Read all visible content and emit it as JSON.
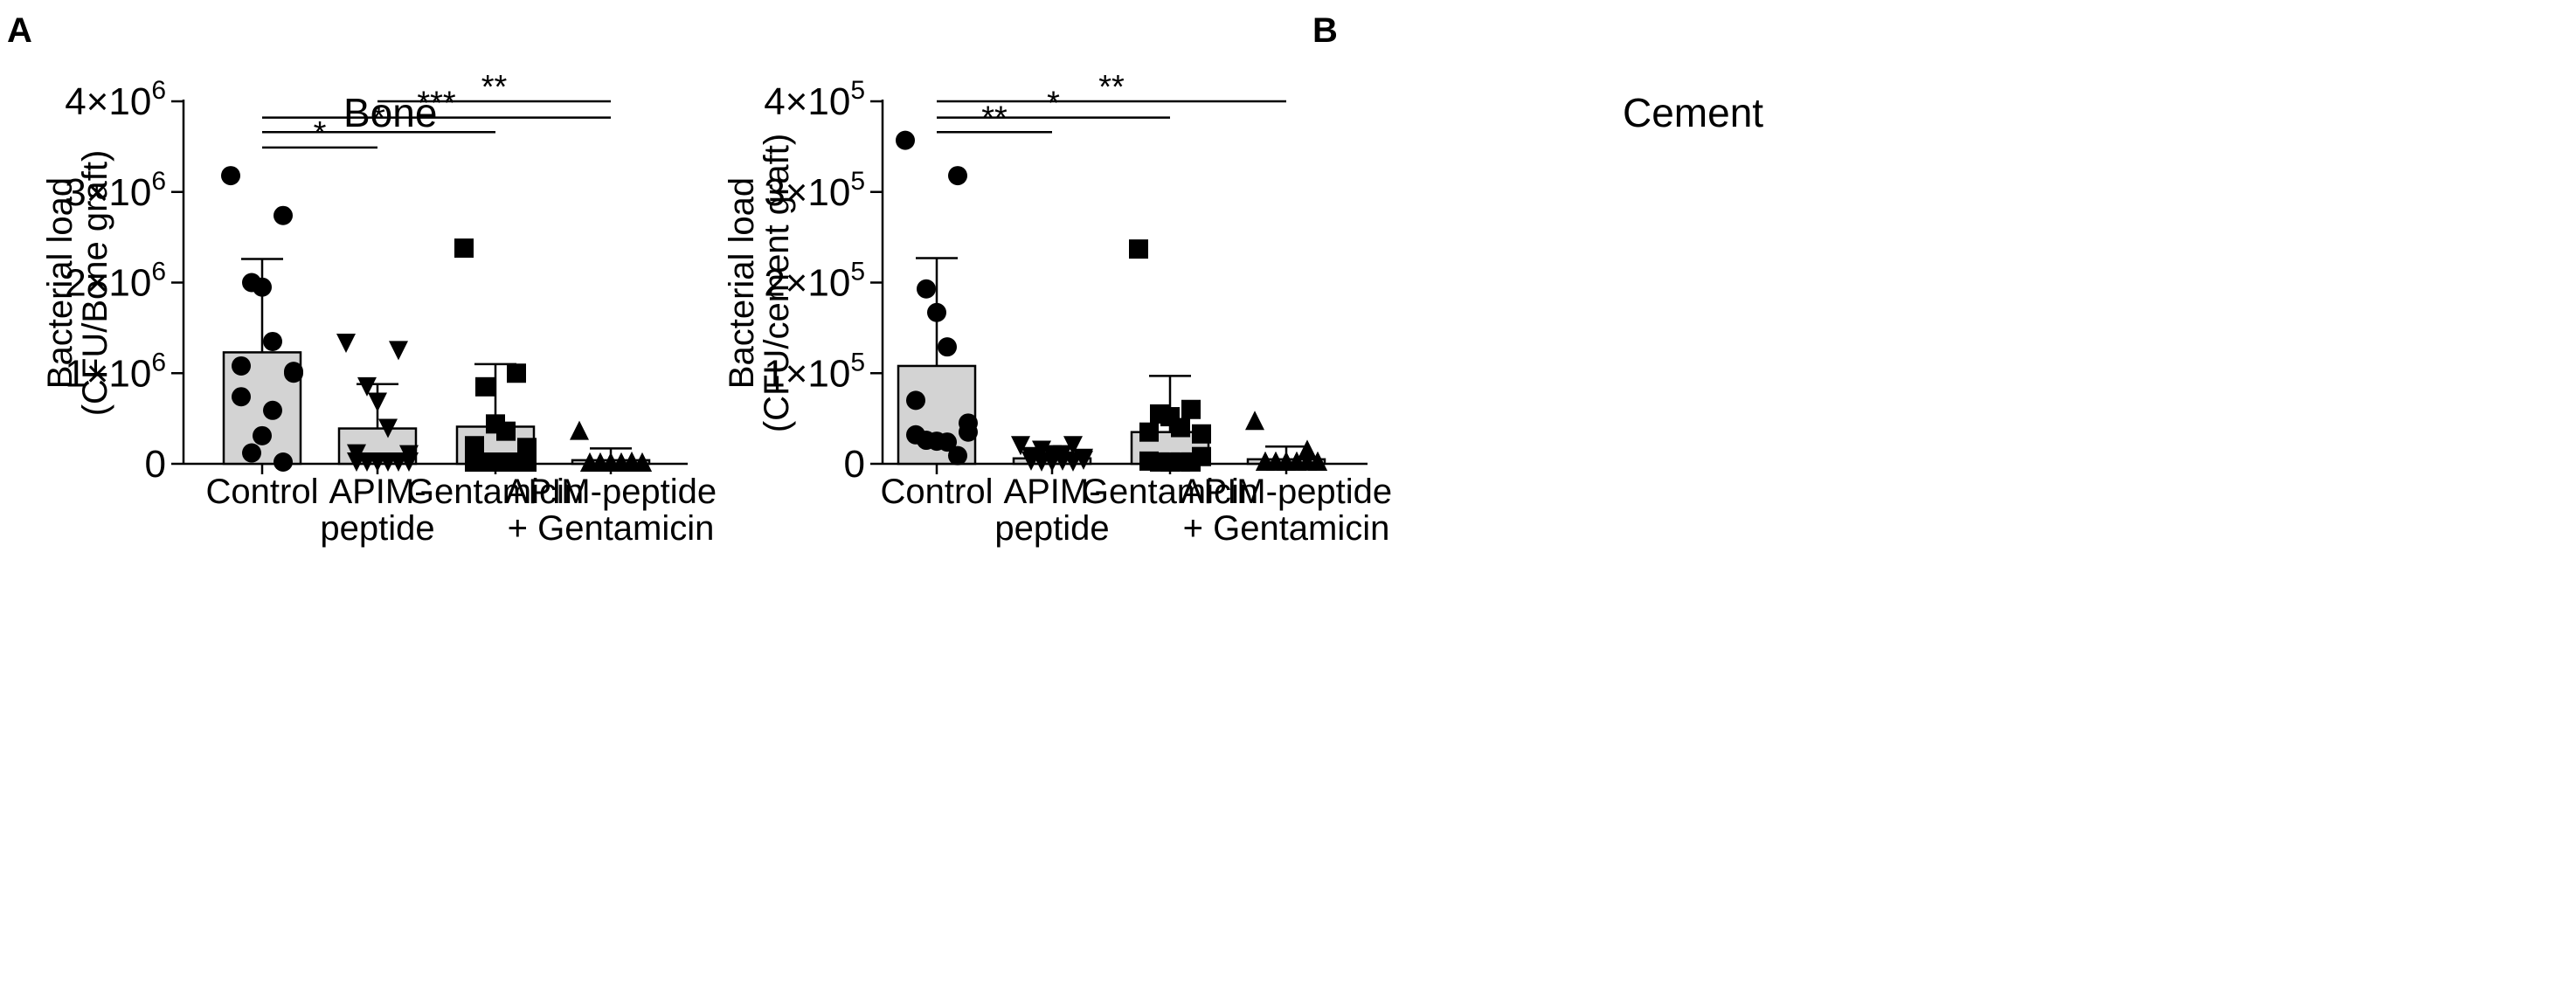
{
  "chart_data": [
    {
      "panel": "A",
      "type": "bar",
      "title": "Bone",
      "ylabel": [
        "Bacterial load",
        "(CFU/Bone graft)"
      ],
      "ylim": [
        0,
        4000000
      ],
      "ytick_labels": [
        {
          "value": 0,
          "base": "0",
          "exp": ""
        },
        {
          "value": 1000000,
          "base": "1×10",
          "exp": "6"
        },
        {
          "value": 2000000,
          "base": "2×10",
          "exp": "6"
        },
        {
          "value": 3000000,
          "base": "3×10",
          "exp": "6"
        },
        {
          "value": 4000000,
          "base": "4×10",
          "exp": "6"
        }
      ],
      "groups": [
        {
          "label": [
            "Control"
          ],
          "marker": "circle",
          "mean": 1230000,
          "error": 2260000,
          "points": [
            3180000,
            2740000,
            2000000,
            1950000,
            1350000,
            1080000,
            1020000,
            1000000,
            740000,
            590000,
            310000,
            120000,
            10000
          ]
        },
        {
          "label": [
            "APIM-",
            "peptide"
          ],
          "marker": "triangle-down",
          "mean": 390000,
          "error": 880000,
          "points": [
            1330000,
            1250000,
            850000,
            680000,
            390000,
            110000,
            100000,
            10000,
            10000,
            10000,
            10000,
            10000,
            10000
          ]
        },
        {
          "label": [
            "Gentamicin"
          ],
          "marker": "square",
          "mean": 410000,
          "error": 1100000,
          "points": [
            2380000,
            1000000,
            850000,
            440000,
            360000,
            200000,
            180000,
            10000,
            10000,
            10000,
            10000,
            10000,
            10000
          ]
        },
        {
          "label": [
            "APIM-peptide",
            "+ Gentamicin"
          ],
          "marker": "triangle-up",
          "mean": 40000,
          "error": 170000,
          "points": [
            370000,
            30000,
            10000,
            10000,
            10000,
            10000,
            10000,
            10000,
            10000,
            10000,
            10000,
            10000,
            10000
          ]
        }
      ],
      "significance": [
        {
          "from": 1,
          "to": 3,
          "label": "**",
          "y": 4000000
        },
        {
          "from": 0,
          "to": 3,
          "label": "***",
          "y": 3820000
        },
        {
          "from": 0,
          "to": 2,
          "label": "*",
          "y": 3660000
        },
        {
          "from": 0,
          "to": 1,
          "label": "*",
          "y": 3490000
        }
      ]
    },
    {
      "panel": "B",
      "type": "bar",
      "title": "Cement",
      "ylabel": [
        "Bacterial load",
        "(CFU/cement graft)"
      ],
      "ylim": [
        0,
        400000
      ],
      "ytick_labels": [
        {
          "value": 0,
          "base": "0",
          "exp": ""
        },
        {
          "value": 100000,
          "base": "1×10",
          "exp": "5"
        },
        {
          "value": 200000,
          "base": "2×10",
          "exp": "5"
        },
        {
          "value": 300000,
          "base": "3×10",
          "exp": "5"
        },
        {
          "value": 400000,
          "base": "4×10",
          "exp": "5"
        }
      ],
      "groups": [
        {
          "label": [
            "Control"
          ],
          "marker": "circle",
          "mean": 108000,
          "error": 227000,
          "points": [
            357000,
            318000,
            193000,
            167000,
            129000,
            70000,
            45000,
            35000,
            32000,
            24000,
            25000,
            26000,
            9000
          ]
        },
        {
          "label": [
            "APIM-",
            "peptide"
          ],
          "marker": "triangle-down",
          "mean": 6000,
          "error": 12000,
          "points": [
            20000,
            20000,
            15000,
            10000,
            10000,
            8000,
            6000,
            4000,
            3000,
            3000,
            2000,
            2000,
            2000
          ]
        },
        {
          "label": [
            "Gentamicin"
          ],
          "marker": "square",
          "mean": 35000,
          "error": 97000,
          "points": [
            237000,
            60000,
            55000,
            52000,
            40000,
            35000,
            33000,
            8000,
            3000,
            2000,
            2000,
            2000,
            2000
          ]
        },
        {
          "label": [
            "APIM-peptide",
            "+ Gentamicin"
          ],
          "marker": "triangle-up",
          "mean": 5000,
          "error": 19000,
          "points": [
            48000,
            16000,
            3000,
            3000,
            3000,
            3000,
            3000,
            3000,
            3000,
            3000,
            3000,
            3000,
            3000
          ]
        }
      ],
      "significance": [
        {
          "from": 0,
          "to": 3,
          "label": "**",
          "y": 400000
        },
        {
          "from": 0,
          "to": 2,
          "label": "*",
          "y": 382000
        },
        {
          "from": 0,
          "to": 1,
          "label": "**",
          "y": 366000
        }
      ]
    }
  ]
}
